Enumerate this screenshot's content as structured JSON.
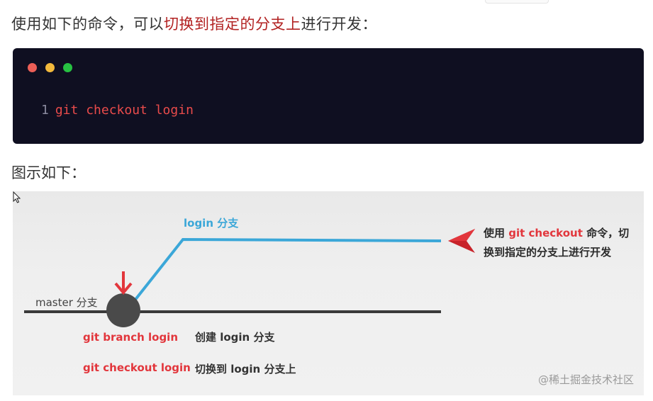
{
  "paragraph1": {
    "prefix": "使用如下的命令，可以",
    "highlight": "切换到指定的分支上",
    "suffix": "进行开发："
  },
  "code": {
    "line_number": "1",
    "text": "git checkout login"
  },
  "paragraph2": "图示如下：",
  "figure": {
    "login_branch_label": "login 分支",
    "master_branch_label": "master 分支",
    "branch_cmd": "git branch login",
    "branch_desc": "创建 login 分支",
    "checkout_cmd": "git checkout login",
    "checkout_desc": "切换到 login 分支上",
    "note_prefix": "使用 ",
    "note_cmd": "git checkout",
    "note_suffix": " 命令，切换到指定的分支上进行开发"
  },
  "watermark": "@稀土掘金技术社区",
  "colors": {
    "highlight": "#b22222",
    "code_bg": "#0f0f21",
    "code_text": "#e94b4b",
    "branch_line": "#3ba7d8",
    "accent_red": "#e2363c"
  }
}
